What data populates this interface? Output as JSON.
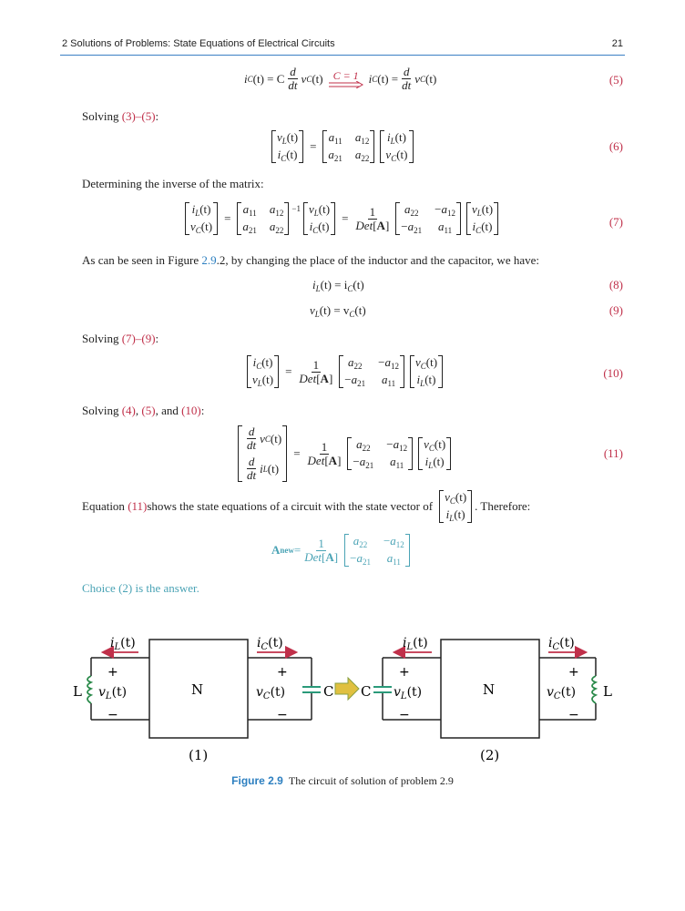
{
  "header": {
    "chapter": "2   Solutions of Problems: State Equations of Electrical Circuits",
    "page_number": "21"
  },
  "eq5": {
    "lhs": "i",
    "sub": "C",
    "t": "(t) = C",
    "frac_n": "d",
    "frac_d": "dt",
    "rhs1": "v",
    "rhs1_sub": "C",
    "rhs1_t": "(t)",
    "arrow_label": "C = 1",
    "rhs2": "i",
    "rhs2_sub": "C",
    "rhs2_t": "(t) =",
    "rhs3": "v",
    "rhs3_sub": "C",
    "rhs3_t": "(t)",
    "number": "(5)"
  },
  "p1": {
    "pre": "Solving ",
    "ref": "(3)–(5)",
    "post": ":"
  },
  "eq6": {
    "lhs": [
      "v_L(t)",
      "i_C(t)"
    ],
    "mat": [
      "a11",
      "a12",
      "a21",
      "a22"
    ],
    "rhs": [
      "i_L(t)",
      "v_C(t)"
    ],
    "number": "(6)"
  },
  "p2": {
    "text": "Determining the inverse of the matrix:"
  },
  "eq7": {
    "lhs": [
      "i_L(t)",
      "v_C(t)"
    ],
    "mat": [
      "a11",
      "a12",
      "a21",
      "a22"
    ],
    "sup": "−1",
    "mid": [
      "v_L(t)",
      "i_C(t)"
    ],
    "frac_n": "1",
    "frac_d": "Det[A]",
    "inv": [
      "a22",
      "−a12",
      "−a21",
      "a11"
    ],
    "rhs": [
      "v_L(t)",
      "i_C(t)"
    ],
    "number": "(7)"
  },
  "p3": {
    "pre": "As can be seen in Figure ",
    "ref": "2.9",
    "post": ".2, by changing the place of the inductor and the capacitor, we have:"
  },
  "eq8": {
    "text_l": "i",
    "sub_l": "L",
    "text_m": "(t) = i",
    "sub_r": "C",
    "text_r": "(t)",
    "number": "(8)"
  },
  "eq9": {
    "text_l": "v",
    "sub_l": "L",
    "text_m": "(t) = v",
    "sub_r": "C",
    "text_r": "(t)",
    "number": "(9)"
  },
  "p4": {
    "pre": "Solving ",
    "ref": "(7)–(9)",
    "post": ":"
  },
  "eq10": {
    "lhs": [
      "i_C(t)",
      "v_L(t)"
    ],
    "frac_n": "1",
    "frac_d": "Det[A]",
    "inv": [
      "a22",
      "−a12",
      "−a21",
      "a11"
    ],
    "rhs": [
      "v_C(t)",
      "i_L(t)"
    ],
    "number": "(10)"
  },
  "p5": {
    "pre": "Solving ",
    "ref1": "(4)",
    "sep1": ", ",
    "ref2": "(5)",
    "sep2": ", and ",
    "ref3": "(10)",
    "post": ":"
  },
  "eq11": {
    "lhs": [
      "v_C(t)",
      "i_L(t)"
    ],
    "frac_n": "1",
    "frac_d": "Det[A]",
    "inv": [
      "a22",
      "−a12",
      "−a21",
      "a11"
    ],
    "rhs": [
      "v_C(t)",
      "i_L(t)"
    ],
    "number": "(11)"
  },
  "p6": {
    "pre": "Equation ",
    "ref": "(11)",
    "mid": " shows the state equations of a circuit with the state vector of",
    "vec": [
      "v_C(t)",
      "i_L(t)"
    ],
    "post": ". Therefore:"
  },
  "anew": {
    "label": "A",
    "sub": "new",
    "eq": " = ",
    "frac_n": "1",
    "frac_d": "Det[A]",
    "mat": [
      "a22",
      "−a12",
      "−a21",
      "a11"
    ]
  },
  "answer": {
    "text": "Choice (2) is the answer."
  },
  "figure": {
    "c1": {
      "left_current": "i_L(t)",
      "right_current": "i_C(t)",
      "left_voltage": "v_L(t)",
      "right_voltage": "v_C(t)",
      "left_elem": "L",
      "right_elem": "C",
      "box": "N",
      "label": "(1)",
      "plus": "+",
      "minus": "−"
    },
    "c2": {
      "left_current": "i_L(t)",
      "right_current": "i_C(t)",
      "left_voltage": "v_L(t)",
      "right_voltage": "v_C(t)",
      "left_elem": "C",
      "right_elem": "L",
      "box": "N",
      "label": "(2)",
      "plus": "+",
      "minus": "−"
    },
    "colors": {
      "arrow": "#c0304a",
      "inductor": "#2a8a4a",
      "swap_arrow": "#e0c040",
      "capacitor": "#2a9a7a"
    }
  },
  "caption": {
    "label": "Figure 2.9",
    "text": "The circuit of solution of problem 2.9"
  }
}
